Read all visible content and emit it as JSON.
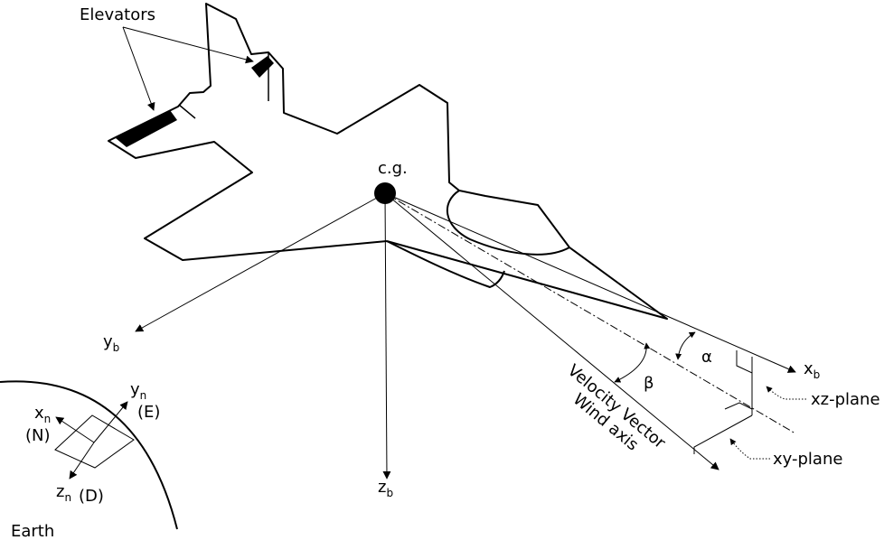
{
  "labels": {
    "elevators": "Elevators",
    "cg": "c.g.",
    "yb": "y",
    "yb_sub": "b",
    "zb": "z",
    "zb_sub": "b",
    "xb": "x",
    "xb_sub": "b",
    "alpha": "α",
    "beta": "β",
    "velocity_vector": "Velocity Vector",
    "wind_axis": "Wind axis",
    "xz_plane": "xz-plane",
    "xy_plane": "xy-plane",
    "xn": "x",
    "xn_sub": "n",
    "xn_dir": "(N)",
    "yn": "y",
    "yn_sub": "n",
    "yn_dir": "(E)",
    "zn": "z",
    "zn_sub": "n",
    "zn_dir": "(D)",
    "earth": "Earth"
  }
}
